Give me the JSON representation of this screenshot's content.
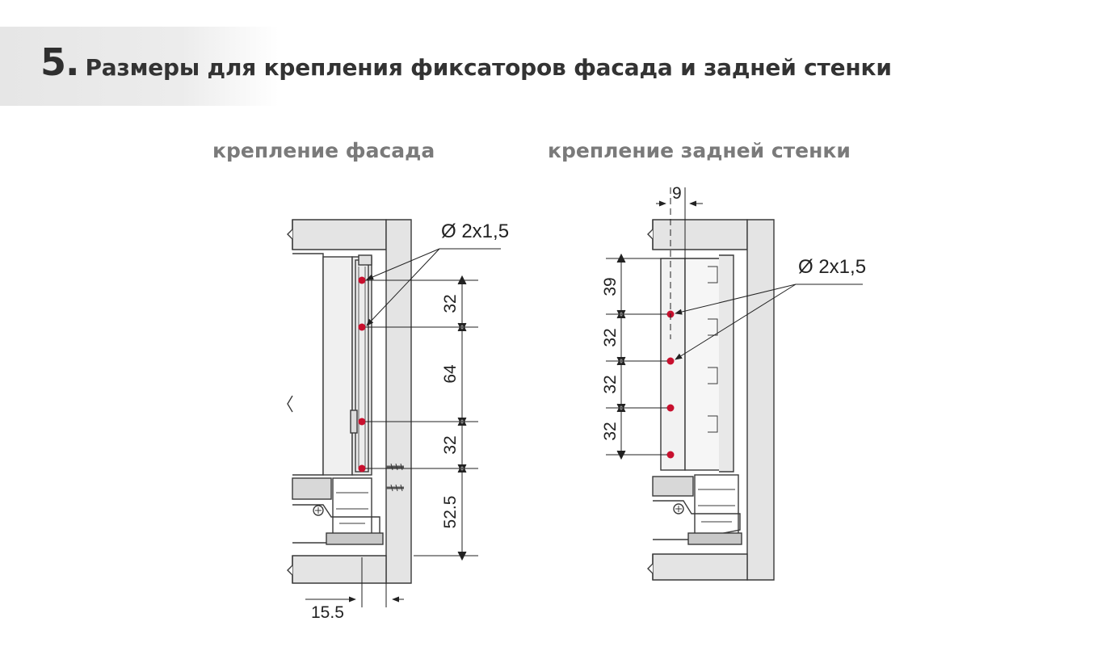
{
  "header": {
    "step_number": "5.",
    "title": "Размеры для крепления фиксаторов фасада и задней стенки"
  },
  "front_mount": {
    "label": "крепление фасада",
    "hole_callout": "Ø 2x1,5",
    "vertical_dims": [
      "32",
      "64",
      "32",
      "52.5"
    ],
    "bottom_dim": "15.5"
  },
  "back_mount": {
    "label": "крепление задней стенки",
    "hole_callout": "Ø 2x1,5",
    "vertical_dims": [
      "39",
      "32",
      "32",
      "32"
    ],
    "top_dim": "9"
  },
  "colors": {
    "panel_fill": "#e4e4e4",
    "hole_red": "#c8102e",
    "line": "#3a3a3a"
  }
}
